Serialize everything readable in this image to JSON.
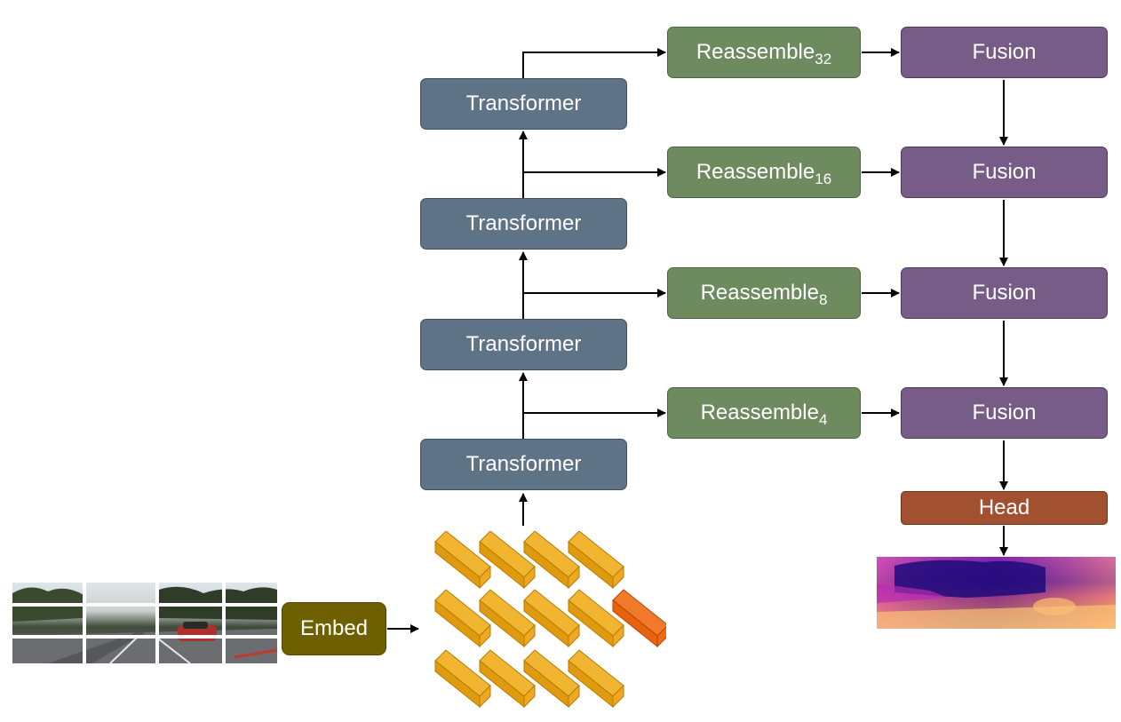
{
  "diagram": {
    "transformers": [
      "Transformer",
      "Transformer",
      "Transformer",
      "Transformer"
    ],
    "reassemble": [
      {
        "label": "Reassemble",
        "sub": "32"
      },
      {
        "label": "Reassemble",
        "sub": "16"
      },
      {
        "label": "Reassemble",
        "sub": "8"
      },
      {
        "label": "Reassemble",
        "sub": "4"
      }
    ],
    "fusion": [
      "Fusion",
      "Fusion",
      "Fusion",
      "Fusion"
    ],
    "head": "Head",
    "embed": "Embed"
  },
  "colors": {
    "transformer": "#5f7386",
    "reassemble": "#6e8a5f",
    "fusion": "#765c86",
    "head": "#a1512f",
    "embed": "#6e6000",
    "token": "#e09a0e",
    "token_highlight": "#e8630e"
  },
  "icons": {
    "input_image": "road-scene-patches-image",
    "output_image": "depth-map-image",
    "tokens": "token-grid-icon"
  }
}
